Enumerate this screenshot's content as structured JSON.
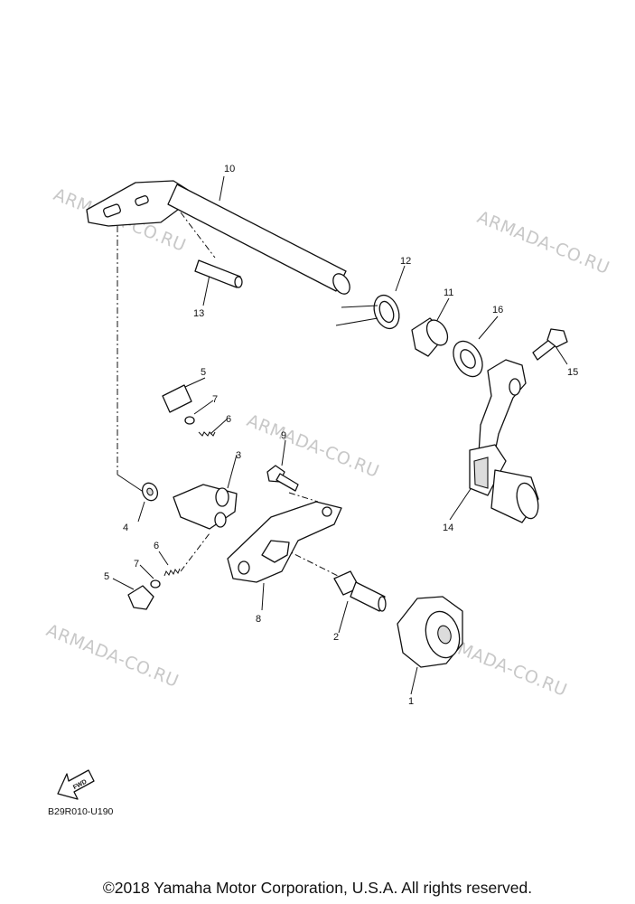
{
  "watermarks": [
    "ARMADA-CO.RU",
    "ARMADA-CO.RU",
    "ARMADA-CO.RU",
    "ARMADA-CO.RU",
    "ARMADA-CO.RU"
  ],
  "callouts": [
    "10",
    "13",
    "12",
    "11",
    "16",
    "15",
    "5",
    "7",
    "6",
    "9",
    "3",
    "4",
    "14",
    "6",
    "7",
    "5",
    "8",
    "2",
    "1"
  ],
  "fwd_label": "FWD",
  "diagram_code": "B29R010-U190",
  "copyright": "©2018 Yamaha Motor Corporation, U.S.A. All rights reserved."
}
